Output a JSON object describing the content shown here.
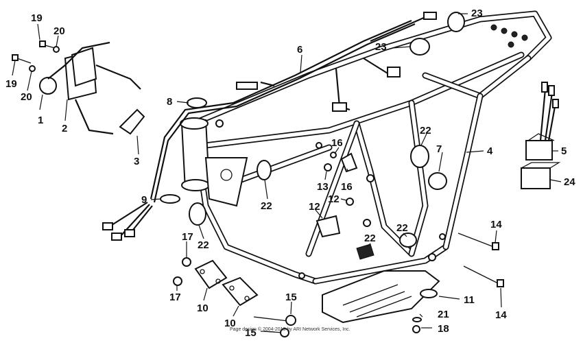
{
  "copyright": "Page design © 2004-2016 by ARI Network Services, Inc.",
  "callouts": [
    "19",
    "20",
    "19",
    "20",
    "1",
    "2",
    "3",
    "6",
    "8",
    "9",
    "22",
    "23",
    "23",
    "22",
    "22",
    "7",
    "4",
    "5",
    "24",
    "16",
    "13",
    "16",
    "12",
    "12",
    "22",
    "22",
    "17",
    "17",
    "10",
    "10",
    "15",
    "15",
    "14",
    "14",
    "11",
    "21",
    "18"
  ]
}
